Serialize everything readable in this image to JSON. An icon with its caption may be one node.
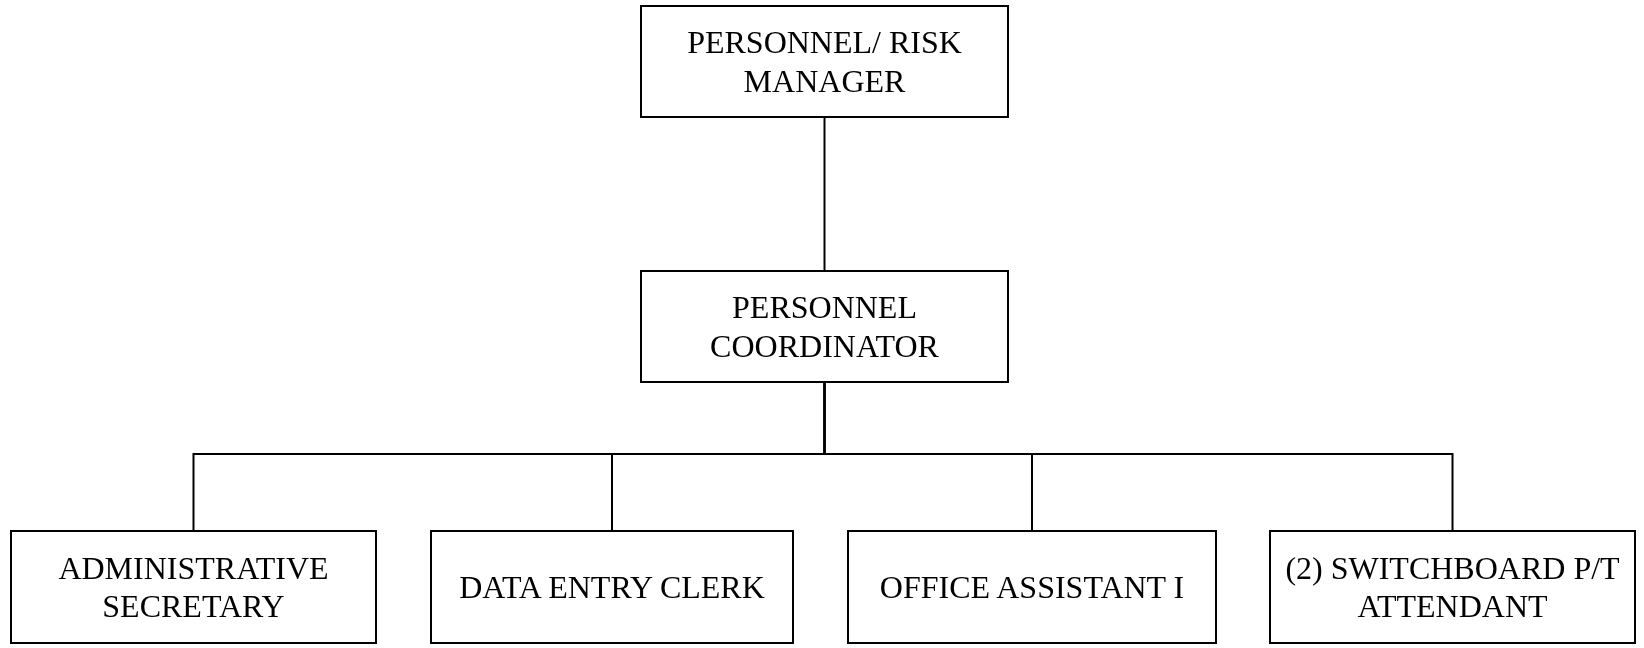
{
  "diagram": {
    "nodes": [
      {
        "text": [
          "PERSONNEL/ RISK MANAGER"
        ]
      },
      {
        "text": [
          "PERSONNEL COORDINATOR"
        ]
      },
      {
        "text": [
          "ADMINISTRATIVE SECRETARY"
        ]
      },
      {
        "text": [
          "DATA ENTRY CLERK"
        ]
      },
      {
        "text": [
          "OFFICE ASSISTANT I"
        ]
      },
      {
        "text": [
          "(2) SWITCHBOARD P/T ATTENDANT"
        ]
      }
    ],
    "edges": [
      {
        "from": 0,
        "to": 1,
        "arrow": "none"
      },
      {
        "from": 1,
        "to": 2,
        "arrow": "none"
      },
      {
        "from": 1,
        "to": 3,
        "arrow": "none"
      },
      {
        "from": 1,
        "to": 4,
        "arrow": "none"
      },
      {
        "from": 1,
        "to": 5,
        "arrow": "none"
      }
    ]
  }
}
